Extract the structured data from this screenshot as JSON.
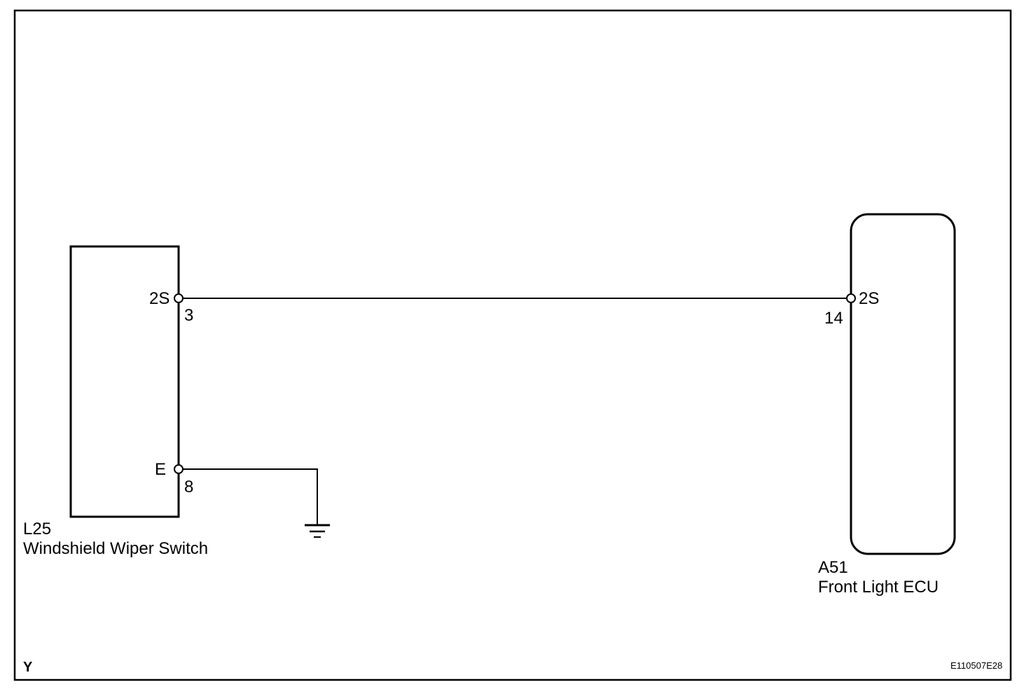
{
  "left_component": {
    "code": "L25",
    "name": "Windshield Wiper Switch",
    "pins": [
      {
        "signal": "2S",
        "number": "3"
      },
      {
        "signal": "E",
        "number": "8"
      }
    ]
  },
  "right_component": {
    "code": "A51",
    "name": "Front Light ECU",
    "pins": [
      {
        "signal": "2S",
        "number": "14"
      }
    ]
  },
  "footer": {
    "wire_color_code": "Y",
    "figure_id": "E110507E28"
  },
  "colors": {
    "line": "#000000",
    "background": "#ffffff"
  }
}
